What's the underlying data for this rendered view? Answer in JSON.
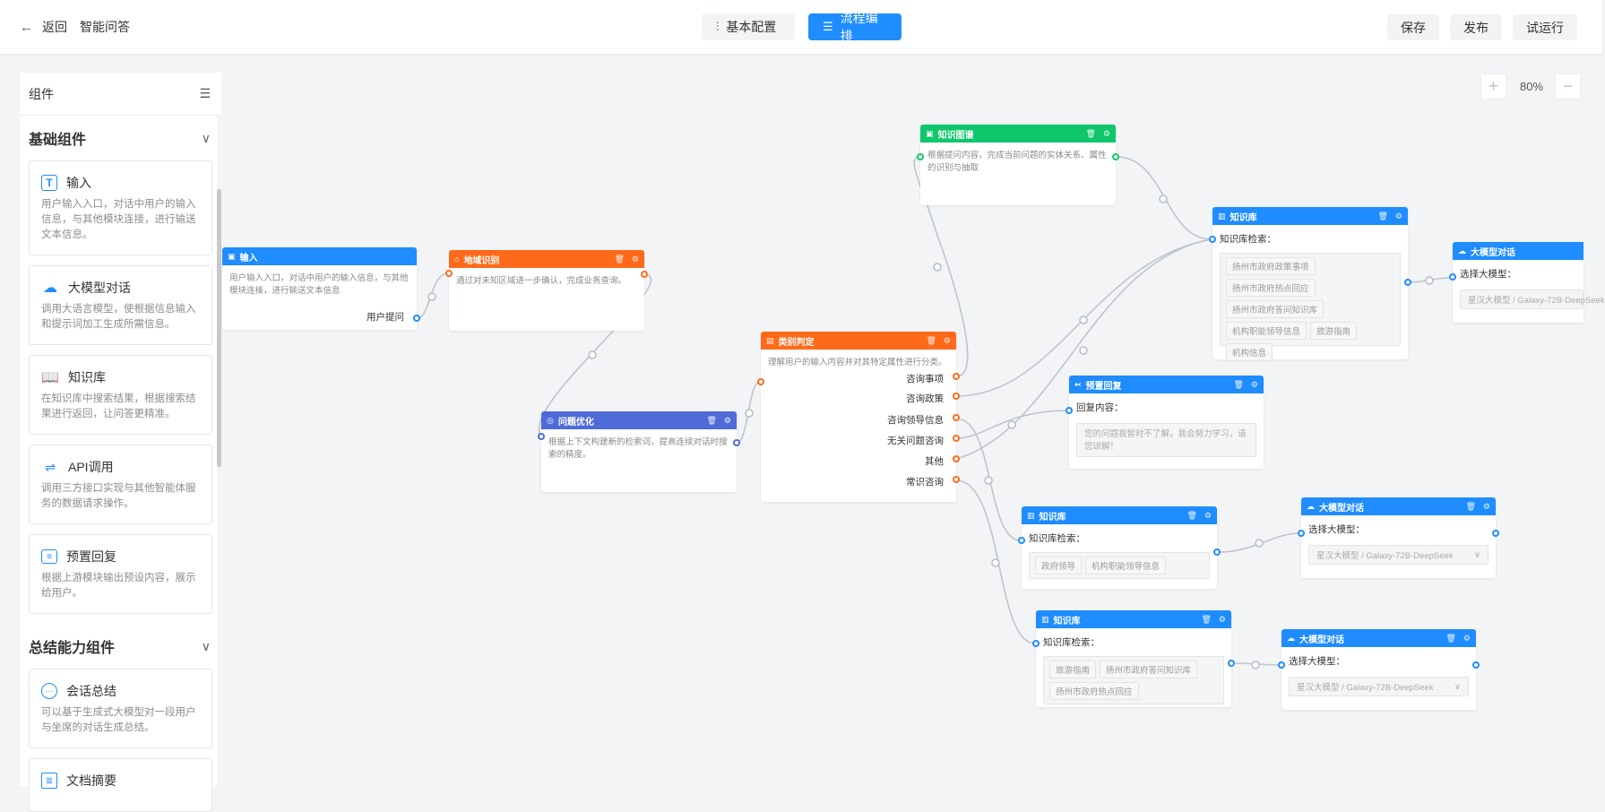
{
  "header": {
    "back_label": "返回",
    "app_title": "智能问答",
    "tabs": [
      {
        "label": "基本配置",
        "active": false
      },
      {
        "label": "流程编排",
        "active": true
      }
    ],
    "actions": [
      "保存",
      "发布",
      "试运行"
    ]
  },
  "panel": {
    "title": "组件",
    "groups": [
      {
        "title": "基础组件",
        "items": [
          {
            "icon": "text-input-icon",
            "label": "输入",
            "desc": "用户输入入口，对话中用户的输入信息，与其他模块连接，进行输送文本信息。"
          },
          {
            "icon": "llm-chat-icon",
            "label": "大模型对话",
            "desc": "调用大语言模型，使根据信息输入和提示词加工生成所需信息。"
          },
          {
            "icon": "book-icon",
            "label": "知识库",
            "desc": "在知识库中搜索结果，根据搜索结果进行返回，让问答更精准。"
          },
          {
            "icon": "api-icon",
            "label": "API调用",
            "desc": "调用三方接口实现与其他智能体服务的数据请求操作。"
          },
          {
            "icon": "preset-reply-icon",
            "label": "预置回复",
            "desc": "根据上游模块输出预设内容，展示给用户。"
          }
        ]
      },
      {
        "title": "总结能力组件",
        "items": [
          {
            "icon": "chat-summary-icon",
            "label": "会话总结",
            "desc": "可以基于生成式大模型对一段用户与坐席的对话生成总结。"
          },
          {
            "icon": "doc-summary-icon",
            "label": "文档摘要",
            "desc": ""
          }
        ]
      }
    ]
  },
  "zoom": {
    "value": "80%"
  },
  "nodes": {
    "input": {
      "title": "输入",
      "desc": "用户输入入口，对话中用户的输入信息，与其他模块连接，进行输送文本信息",
      "output": "用户提问"
    },
    "region": {
      "title": "地域识别",
      "desc": "通过对未知区域进一步确认，完成业务查询。"
    },
    "optimize": {
      "title": "问题优化",
      "desc": "根据上下文构建新的检索词，提高连续对话时搜索的精度。"
    },
    "category": {
      "title": "类别判定",
      "desc": "理解用户的输入内容并对其特定属性进行分类。",
      "outputs": [
        "咨询事项",
        "咨询政策",
        "咨询领导信息",
        "无关问题咨询",
        "其他",
        "常识咨询"
      ]
    },
    "graph": {
      "title": "知识图谱",
      "desc": "根据提问内容，完成当前问题的实体关系、属性的识别与抽取"
    },
    "kb1": {
      "title": "知识库",
      "label": "知识库检索：",
      "tags": [
        "扬州市政府政策事项",
        "扬州市政府热点回应",
        "扬州市政府答问知识库",
        "机构职能领导信息",
        "旅游指南",
        "机构信息"
      ]
    },
    "llm1": {
      "title": "大模型对话",
      "label": "选择大模型：",
      "value": "星汉大模型 / Galaxy-72B-DeepSeek"
    },
    "preset": {
      "title": "预置回复",
      "label": "回复内容：",
      "value": "您的问题我暂时不了解，我会努力学习，请您谅解！"
    },
    "kb2": {
      "title": "知识库",
      "label": "知识库检索：",
      "tags": [
        "政府领导",
        "机构职能领导信息"
      ]
    },
    "llm2": {
      "title": "大模型对话",
      "label": "选择大模型：",
      "value": "星汉大模型 / Galaxy-72B-DeepSeek"
    },
    "kb3": {
      "title": "知识库",
      "label": "知识库检索：",
      "tags": [
        "旅游指南",
        "扬州市政府答问知识库",
        "扬州市政府热点回应"
      ]
    },
    "llm3": {
      "title": "大模型对话",
      "label": "选择大模型：",
      "value": "星汉大模型 / Galaxy-72B-DeepSeek"
    }
  },
  "colors": {
    "primary": "#1f8cff",
    "orange": "#ff6a1a",
    "indigo": "#4e6bd9",
    "green": "#0fc66a"
  }
}
